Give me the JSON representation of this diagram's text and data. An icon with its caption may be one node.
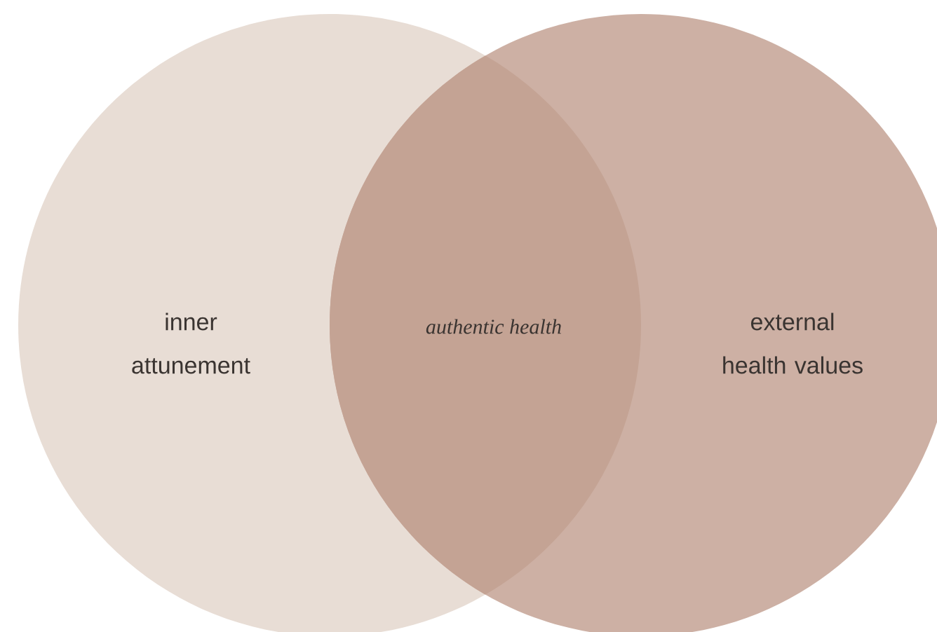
{
  "diagram": {
    "nodes": [
      {
        "text": [
          "inner attunement"
        ]
      },
      {
        "text": [
          "external health values"
        ]
      }
    ],
    "labels": [
      "authentic health"
    ]
  }
}
